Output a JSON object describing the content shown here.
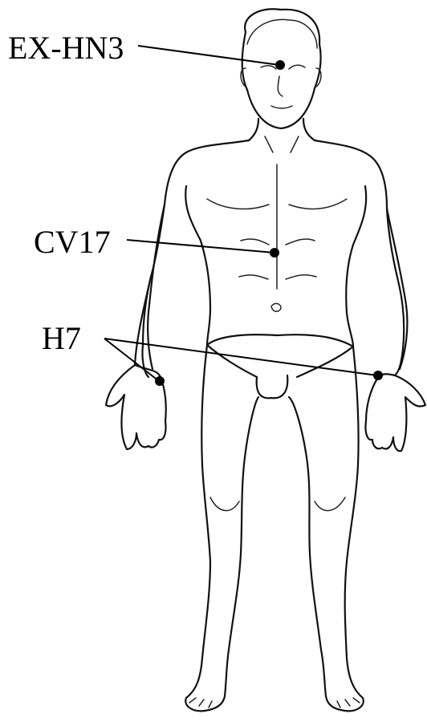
{
  "figure": {
    "description_icon": "human-body-front-outline"
  },
  "points": [
    {
      "id": "ex-hn3",
      "label": "EX-HN3"
    },
    {
      "id": "cv17",
      "label": "CV17"
    },
    {
      "id": "h7",
      "label": "H7"
    }
  ],
  "colors": {
    "ink": "#000000",
    "background": "#ffffff"
  }
}
